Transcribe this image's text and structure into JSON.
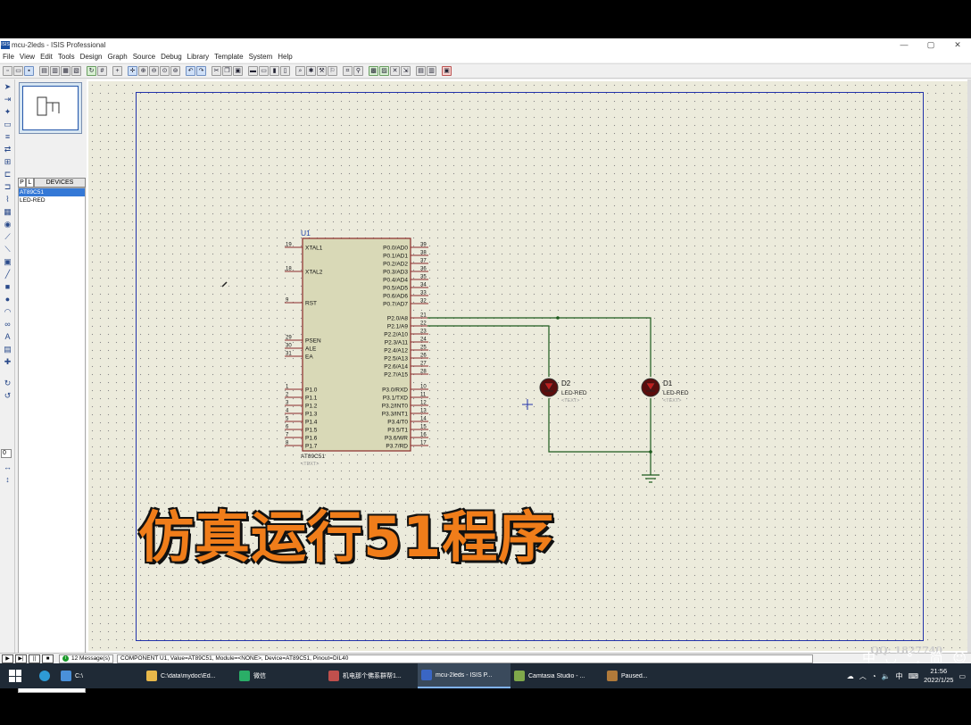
{
  "window": {
    "title": "mcu-2leds - ISIS Professional",
    "app_icon": "ISIS",
    "controls": [
      "—",
      "▢",
      "✕"
    ]
  },
  "menu": [
    "File",
    "View",
    "Edit",
    "Tools",
    "Design",
    "Graph",
    "Source",
    "Debug",
    "Library",
    "Template",
    "System",
    "Help"
  ],
  "devices": {
    "tab_p": "P",
    "tab_l": "L",
    "header": "DEVICES",
    "items": [
      {
        "label": "AT89C51",
        "selected": true
      },
      {
        "label": "LED-RED",
        "selected": false
      }
    ]
  },
  "left_tools": {
    "zoom_value": "0"
  },
  "schematic": {
    "chip": {
      "ref": "U1",
      "part": "AT89C51",
      "text": "<TEXT>",
      "left_pins": [
        {
          "num": "19",
          "name": "XTAL1"
        },
        {
          "num": "18",
          "name": "XTAL2"
        },
        {
          "num": "9",
          "name": "RST"
        },
        {
          "num": "29",
          "name": "PSEN"
        },
        {
          "num": "30",
          "name": "ALE"
        },
        {
          "num": "31",
          "name": "EA"
        },
        {
          "num": "1",
          "name": "P1.0"
        },
        {
          "num": "2",
          "name": "P1.1"
        },
        {
          "num": "3",
          "name": "P1.2"
        },
        {
          "num": "4",
          "name": "P1.3"
        },
        {
          "num": "5",
          "name": "P1.4"
        },
        {
          "num": "6",
          "name": "P1.5"
        },
        {
          "num": "7",
          "name": "P1.6"
        },
        {
          "num": "8",
          "name": "P1.7"
        }
      ],
      "right_pins": [
        {
          "num": "39",
          "name": "P0.0/AD0"
        },
        {
          "num": "38",
          "name": "P0.1/AD1"
        },
        {
          "num": "37",
          "name": "P0.2/AD2"
        },
        {
          "num": "36",
          "name": "P0.3/AD3"
        },
        {
          "num": "35",
          "name": "P0.4/AD4"
        },
        {
          "num": "34",
          "name": "P0.5/AD5"
        },
        {
          "num": "33",
          "name": "P0.6/AD6"
        },
        {
          "num": "32",
          "name": "P0.7/AD7"
        },
        {
          "num": "21",
          "name": "P2.0/A8"
        },
        {
          "num": "22",
          "name": "P2.1/A9"
        },
        {
          "num": "23",
          "name": "P2.2/A10"
        },
        {
          "num": "24",
          "name": "P2.3/A11"
        },
        {
          "num": "25",
          "name": "P2.4/A12"
        },
        {
          "num": "26",
          "name": "P2.5/A13"
        },
        {
          "num": "27",
          "name": "P2.6/A14"
        },
        {
          "num": "28",
          "name": "P2.7/A15"
        },
        {
          "num": "10",
          "name": "P3.0/RXD"
        },
        {
          "num": "11",
          "name": "P3.1/TXD"
        },
        {
          "num": "12",
          "name": "P3.2/INT0"
        },
        {
          "num": "13",
          "name": "P3.3/INT1"
        },
        {
          "num": "14",
          "name": "P3.4/T0"
        },
        {
          "num": "15",
          "name": "P3.5/T1"
        },
        {
          "num": "16",
          "name": "P3.6/WR"
        },
        {
          "num": "17",
          "name": "P3.7/RD"
        }
      ]
    },
    "leds": [
      {
        "ref": "D2",
        "part": "LED-RED",
        "text": "<TEXT>"
      },
      {
        "ref": "D1",
        "part": "LED-RED",
        "text": "<TEXT>"
      }
    ]
  },
  "caption": "仿真运行51程序",
  "status": {
    "sim_buttons": [
      "▶",
      "▶|",
      "||",
      "■"
    ],
    "messages": "12 Message(s)",
    "text": "COMPONENT U1, Value=AT89C51, Module=<NONE>, Device=AT89C51, Pinout=DIL40"
  },
  "watermark": "QQ: 1827740",
  "ime": "中 ◡ °, 简 ☺ ⚙",
  "taskbar": {
    "items": [
      {
        "label": "C:\\",
        "color": "#4a90d9"
      },
      {
        "label": "C:\\data\\mydoc\\Ed...",
        "color": "#e8b84a"
      },
      {
        "label": "微信",
        "color": "#2aae67"
      },
      {
        "label": "机电那个佛系群帮1...",
        "color": "#c0504d"
      },
      {
        "label": "mcu-2leds - ISIS P...",
        "color": "#3a66c4"
      },
      {
        "label": "Camtasia Studio - ...",
        "color": "#7fa84a"
      },
      {
        "label": "Paused...",
        "color": "#b07a3a"
      }
    ],
    "tray": {
      "lang": "中",
      "time": "21:56",
      "date": "2022/1/25"
    }
  }
}
